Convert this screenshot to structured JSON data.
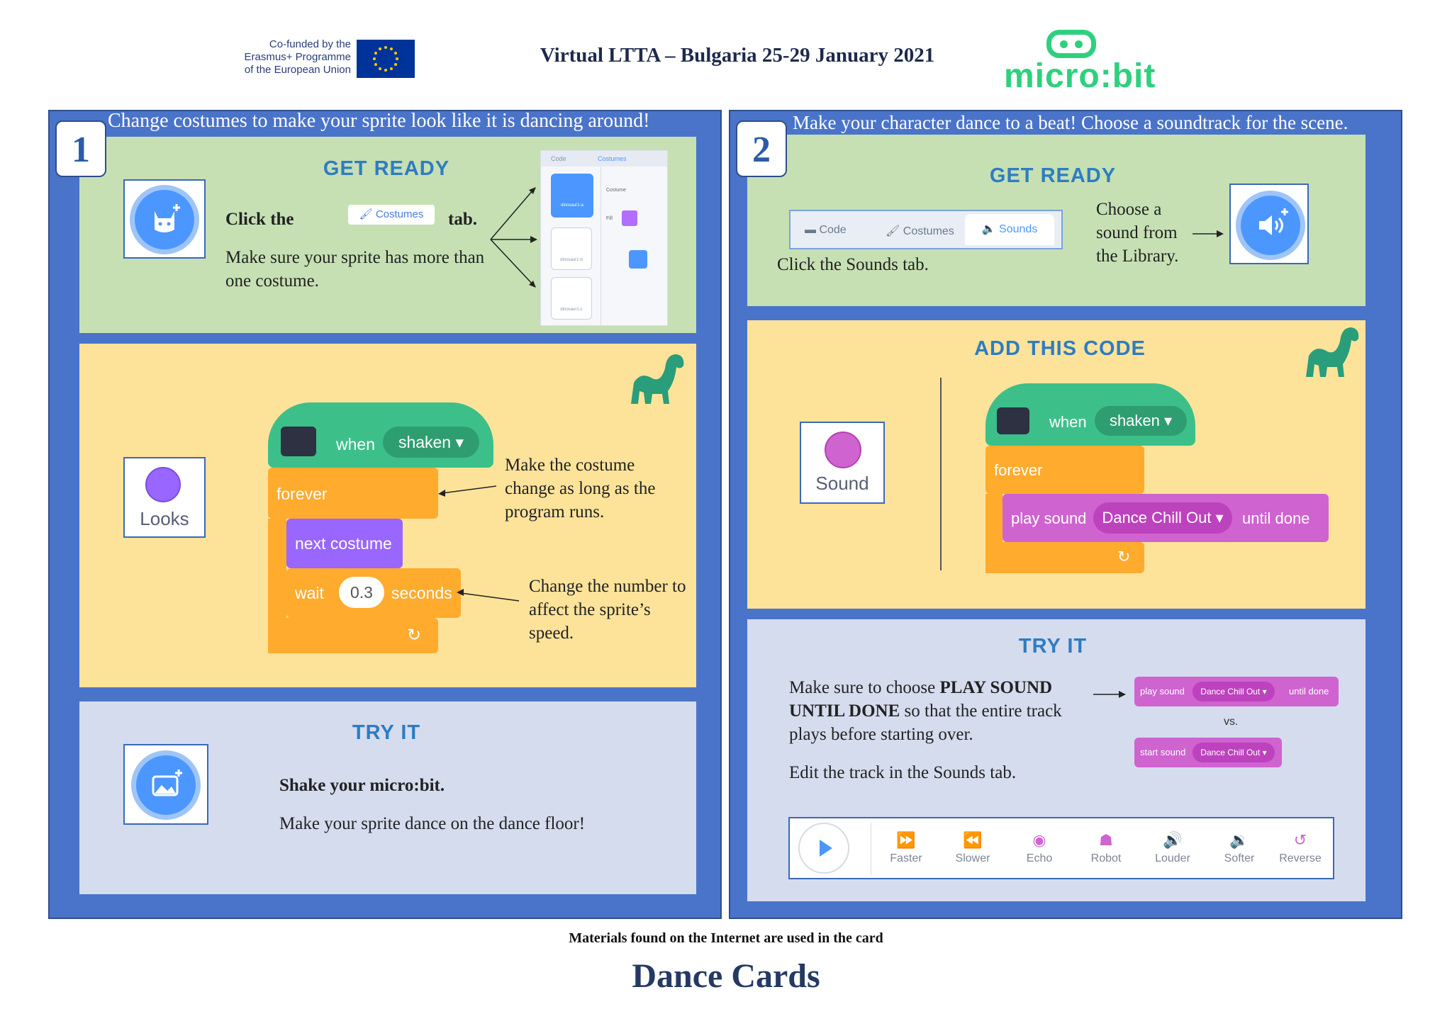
{
  "header": {
    "eu_line1": "Co-funded by the",
    "eu_line2": "Erasmus+ Programme",
    "eu_line3": "of the European Union",
    "title": "Virtual LTTA – Bulgaria 25-29 January 2021",
    "logo_text": "micro:bit"
  },
  "card1": {
    "number": "1",
    "caption": "Change costumes to make your sprite look like it is dancing around!",
    "get_ready": {
      "heading": "GET READY",
      "click_prefix": "Click the",
      "costumes_chip": "Costumes",
      "click_suffix": "tab.",
      "note": "Make sure your sprite has more than one costume.",
      "mini_tab_code": "Code",
      "mini_tab_costumes": "Costumes",
      "mini_costume1": "dinosaur1-a",
      "mini_costume2": "dinosaur1-b",
      "mini_costume3": "dinosaur1-c",
      "mini_fill_label": "Fill",
      "mini_costume_label": "Costume"
    },
    "code": {
      "looks_label": "Looks",
      "when": "when",
      "shaken": "shaken",
      "forever": "forever",
      "next_costume": "next costume",
      "wait": "wait",
      "wait_value": "0.3",
      "seconds": "seconds",
      "note1": "Make the costume change as long as the program runs.",
      "note2": "Change the number to affect the sprite’s speed."
    },
    "try_it": {
      "heading": "TRY IT",
      "line1": "Shake your micro:bit.",
      "line2": "Make your sprite dance on the dance floor!"
    }
  },
  "card2": {
    "number": "2",
    "caption": "Make your character dance to a beat! Choose a soundtrack for the scene.",
    "get_ready": {
      "heading": "GET READY",
      "tab_code": "Code",
      "tab_costumes": "Costumes",
      "tab_sounds": "Sounds",
      "click_sounds": "Click the Sounds tab.",
      "choose": "Choose a sound from the Library."
    },
    "code": {
      "heading": "ADD THIS CODE",
      "sound_label": "Sound",
      "when": "when",
      "shaken": "shaken",
      "forever": "forever",
      "play_sound": "play sound",
      "track": "Dance Chill Out",
      "until_done": "until done"
    },
    "try_it": {
      "heading": "TRY IT",
      "text_pre": "Make sure to choose ",
      "text_bold": "PLAY SOUND UNTIL DONE",
      "text_post": " so that the entire track plays before starting over.",
      "edit": "Edit the track in the Sounds tab.",
      "mini_play_sound": "play sound",
      "mini_track": "Dance Chill Out",
      "mini_until_done": "until done",
      "vs": "vs.",
      "mini_start_sound": "start sound",
      "mini_track2": "Dance Chill Out",
      "editor_buttons": [
        "Faster",
        "Slower",
        "Echo",
        "Robot",
        "Louder",
        "Softer",
        "Reverse"
      ]
    }
  },
  "footer": {
    "note": "Materials found on the Internet are used in the card",
    "title": "Dance Cards"
  }
}
